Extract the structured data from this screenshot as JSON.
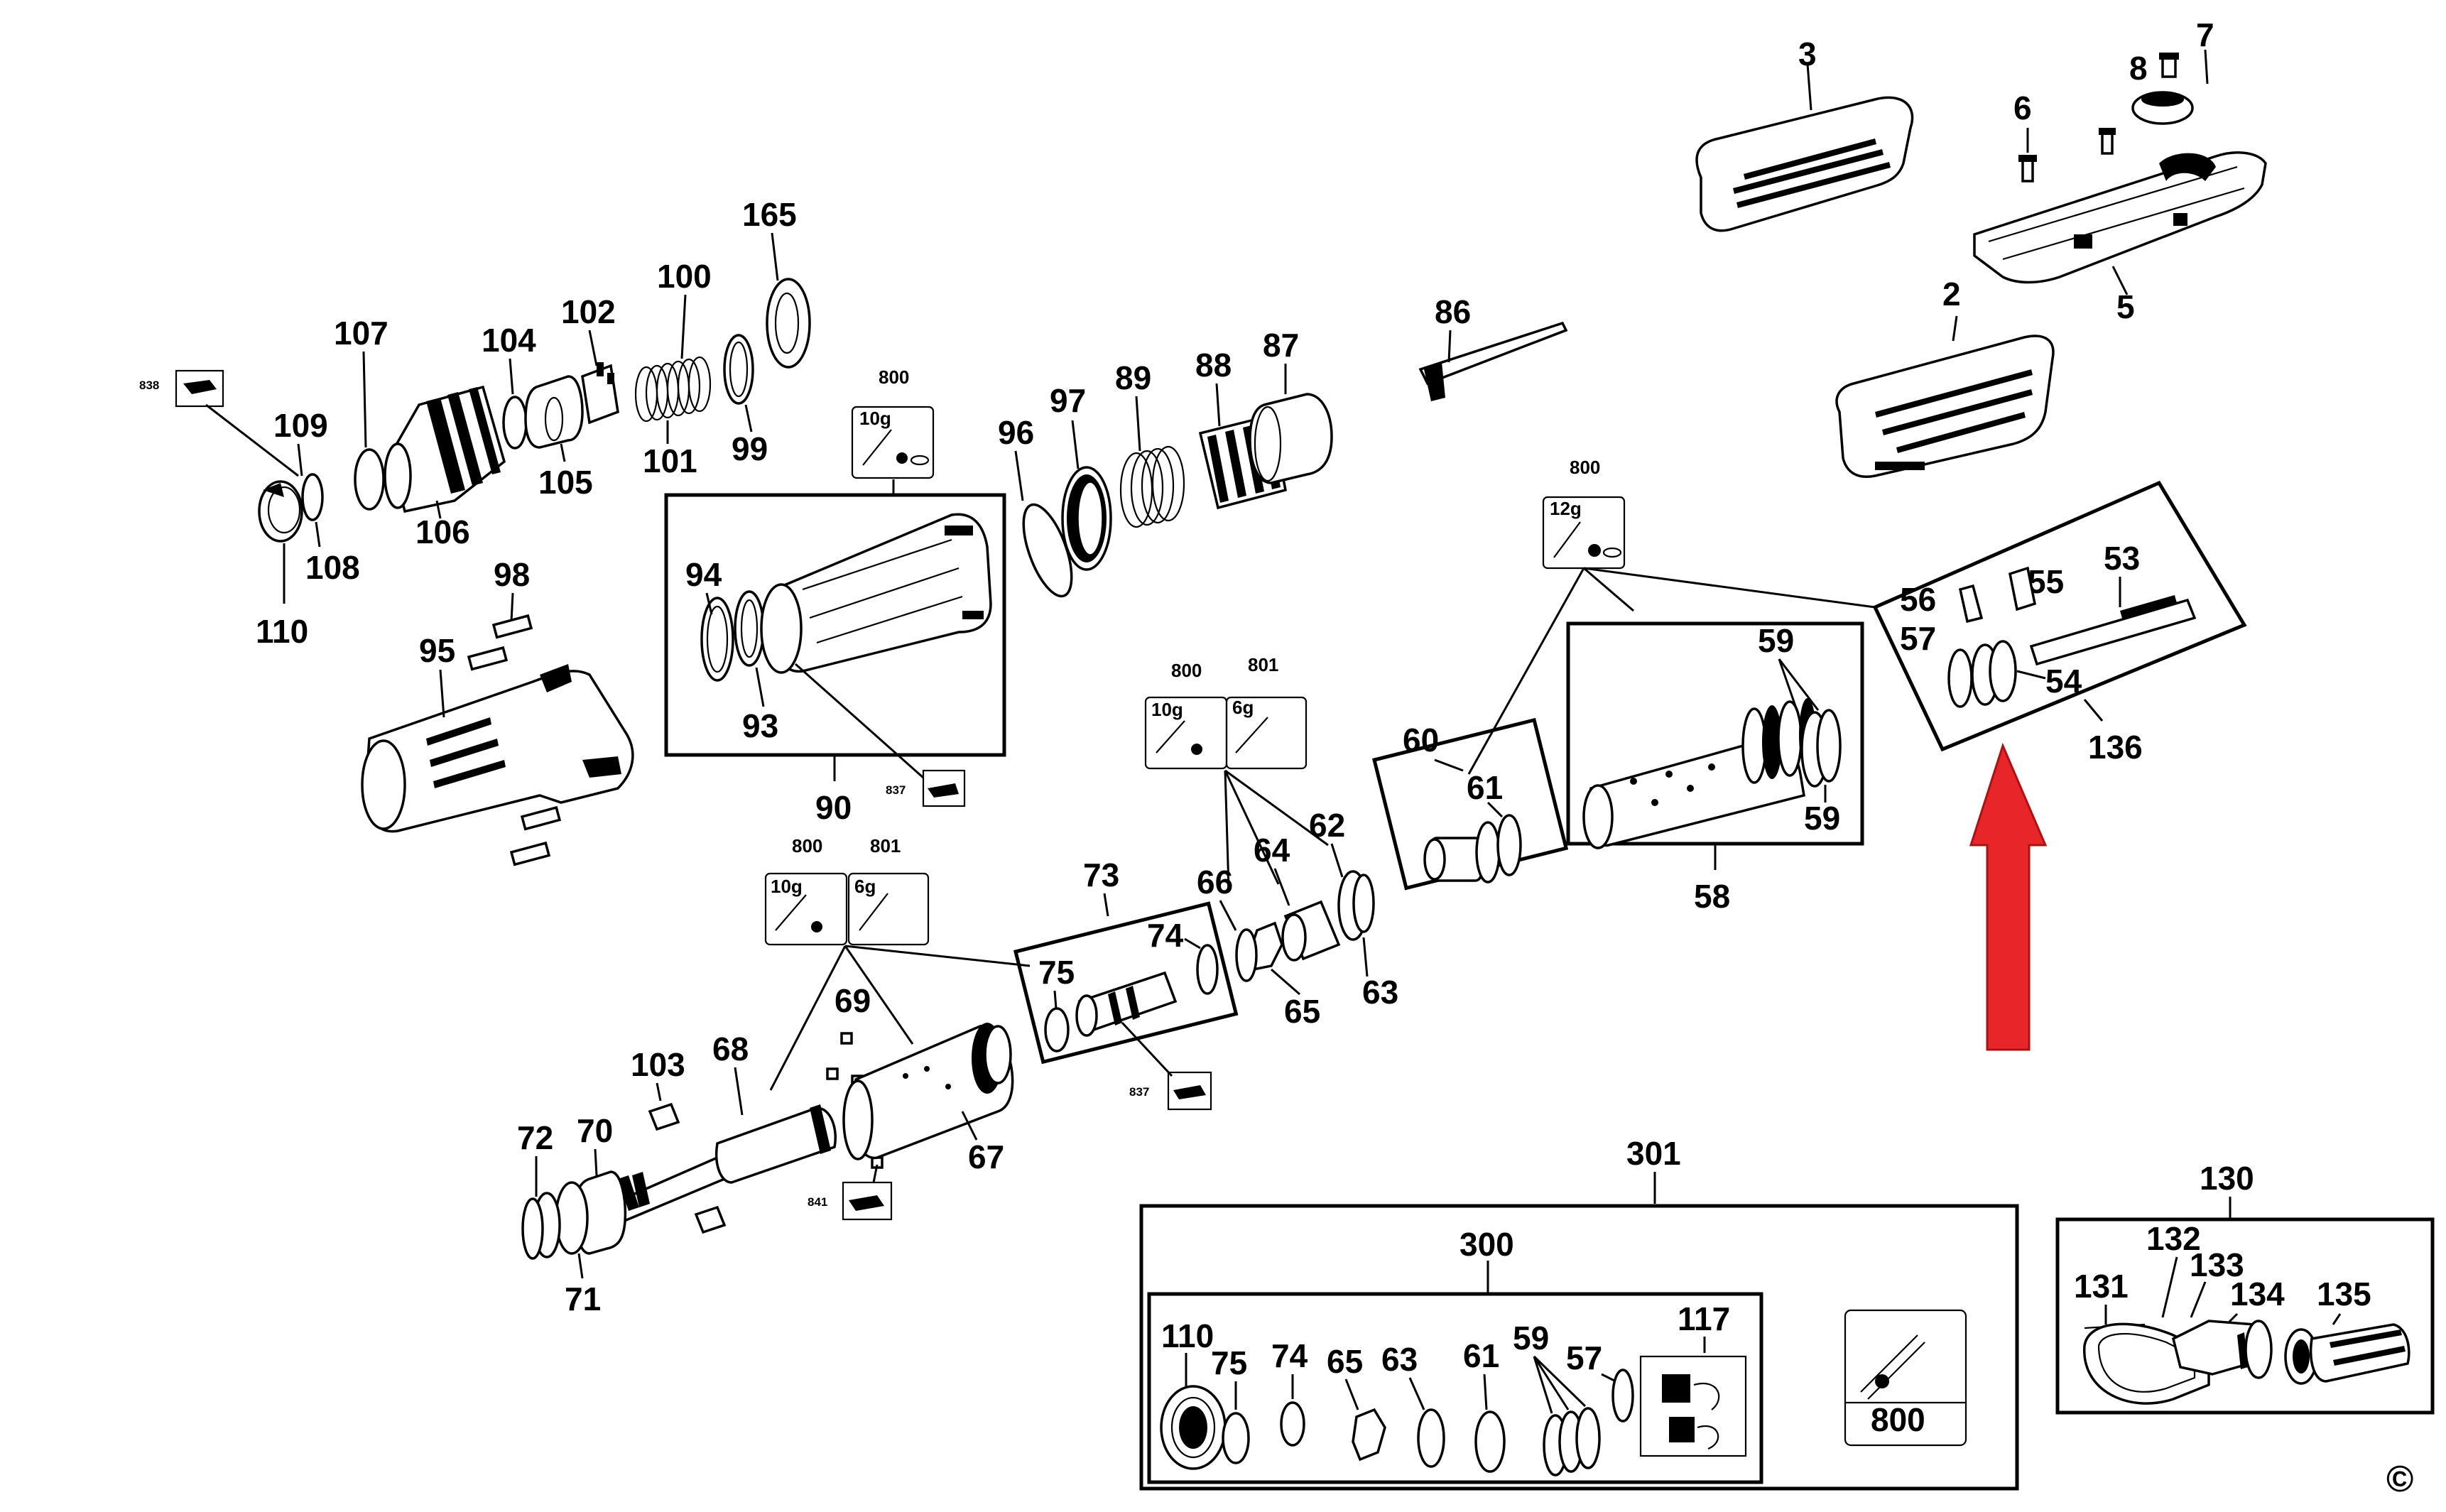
{
  "diagram": {
    "labels": {
      "l2": "2",
      "l3": "3",
      "l5": "5",
      "l6": "6",
      "l7": "7",
      "l8": "8",
      "l53": "53",
      "l54": "54",
      "l55": "55",
      "l56": "56",
      "l57": "57",
      "l58": "58",
      "l59a": "59",
      "l59b": "59",
      "l60": "60",
      "l61": "61",
      "l62": "62",
      "l63": "63",
      "l64": "64",
      "l65": "65",
      "l66": "66",
      "l67": "67",
      "l68": "68",
      "l69": "69",
      "l70": "70",
      "l71": "71",
      "l72": "72",
      "l73": "73",
      "l74": "74",
      "l75": "75",
      "l86": "86",
      "l87": "87",
      "l88": "88",
      "l89": "89",
      "l90": "90",
      "l93": "93",
      "l94": "94",
      "l95": "95",
      "l96": "96",
      "l97": "97",
      "l98": "98",
      "l99": "99",
      "l100": "100",
      "l101": "101",
      "l102": "102",
      "l103": "103",
      "l104": "104",
      "l105": "105",
      "l106": "106",
      "l107": "107",
      "l108": "108",
      "l109": "109",
      "l110": "110",
      "l136": "136",
      "l165": "165",
      "l130": "130",
      "l131": "131",
      "l132": "132",
      "l133": "133",
      "l134": "134",
      "l135": "135",
      "l300": "300",
      "l301": "301",
      "k110": "110",
      "k75": "75",
      "k74": "74",
      "k65": "65",
      "k63": "63",
      "k61": "61",
      "k59": "59",
      "k57": "57",
      "k117": "117",
      "k800": "800"
    },
    "grease": {
      "g800a": "800",
      "g800a_w": "10g",
      "g800b": "800",
      "g800b_w": "12g",
      "g800c": "800",
      "g800c_w": "10g",
      "g801c": "801",
      "g801c_w": "6g",
      "g800d": "800",
      "g800d_w": "10g",
      "g801d": "801",
      "g801d_w": "6g"
    },
    "small_tags": {
      "t838": "838",
      "t837a": "837",
      "t837b": "837",
      "t841": "841"
    },
    "copyright": "©",
    "arrow_color": "#e8262a"
  }
}
